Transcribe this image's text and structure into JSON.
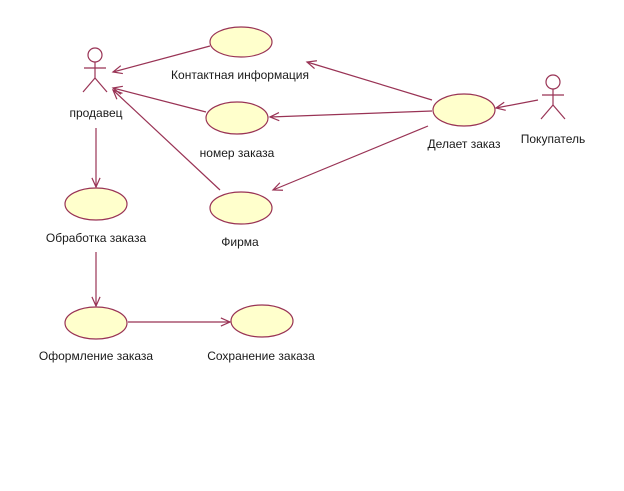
{
  "diagram": {
    "type": "uml-use-case",
    "colors": {
      "line": "#993355",
      "usecase_fill": "#ffffcc",
      "text": "#1a1a1a",
      "background": "#ffffff"
    },
    "actors": [
      {
        "id": "seller",
        "label": "продавец"
      },
      {
        "id": "buyer",
        "label": "Покупатель"
      }
    ],
    "use_cases": [
      {
        "id": "contact",
        "label": "Контактная информация"
      },
      {
        "id": "order_no",
        "label": "номер заказа"
      },
      {
        "id": "firm",
        "label": "Фирма"
      },
      {
        "id": "place_order",
        "label": "Делает заказ"
      },
      {
        "id": "process",
        "label": "Обработка заказа"
      },
      {
        "id": "register",
        "label": "Оформление заказа"
      },
      {
        "id": "save",
        "label": "Сохранение заказа"
      }
    ],
    "relations": [
      {
        "from": "contact",
        "to": "seller"
      },
      {
        "from": "order_no",
        "to": "seller"
      },
      {
        "from": "firm",
        "to": "seller"
      },
      {
        "from": "buyer",
        "to": "place_order"
      },
      {
        "from": "place_order",
        "to": "contact"
      },
      {
        "from": "place_order",
        "to": "order_no"
      },
      {
        "from": "place_order",
        "to": "firm"
      },
      {
        "from": "seller",
        "to": "process"
      },
      {
        "from": "process",
        "to": "register"
      },
      {
        "from": "register",
        "to": "save"
      }
    ]
  }
}
